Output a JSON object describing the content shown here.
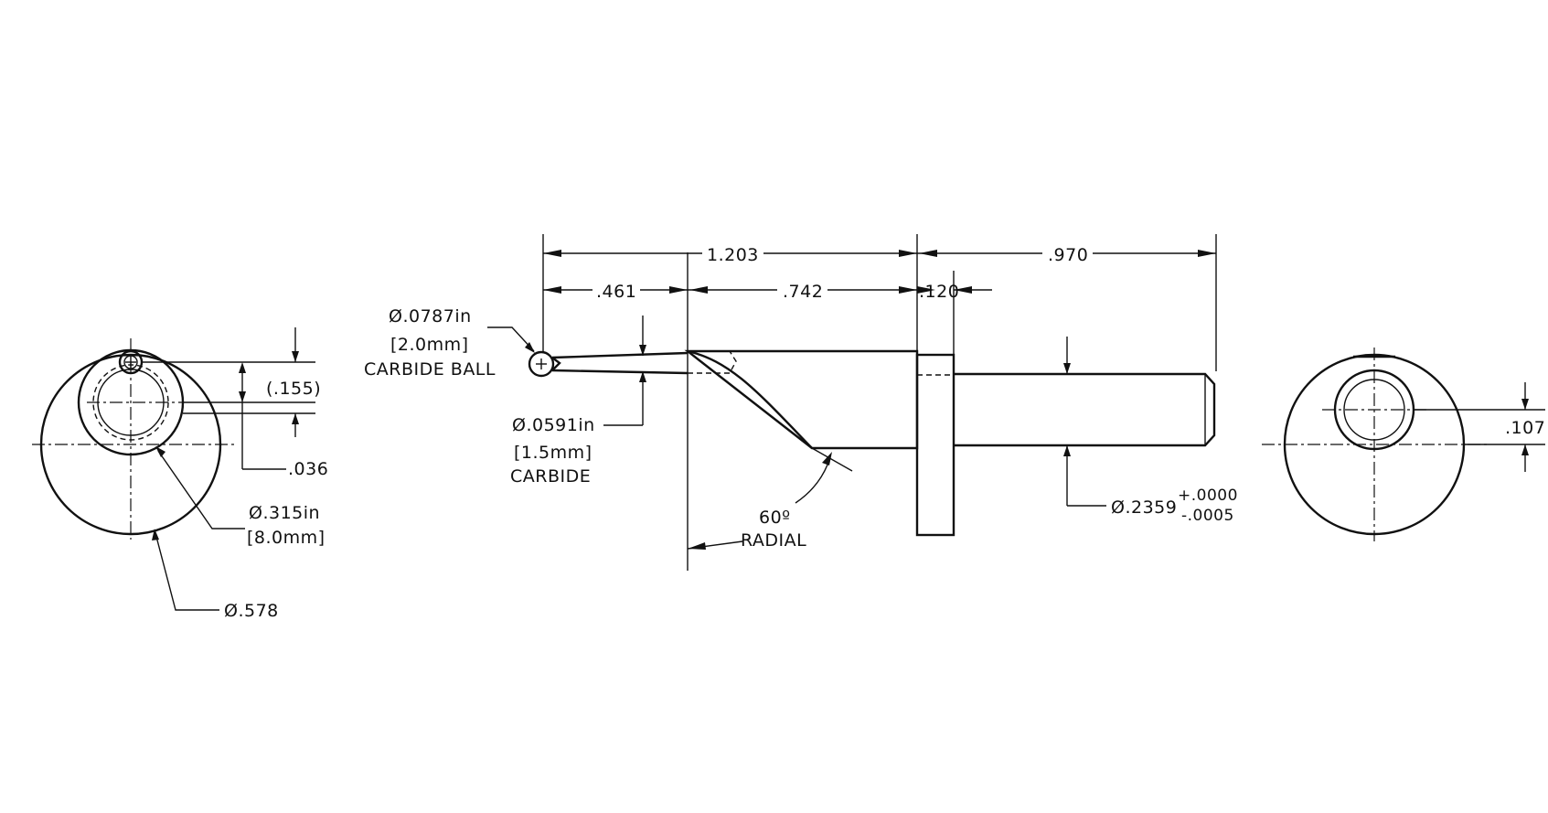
{
  "dimensions": {
    "overall_tip_to_flange": "1.203",
    "shank_length": ".970",
    "stylus_length": ".461",
    "body_length": ".742",
    "flange_thickness": ".120",
    "ball_dia": "Ø.0787in",
    "ball_dia_mm": "[2.0mm]",
    "ball_material": "CARBIDE BALL",
    "stem_dia": "Ø.0591in",
    "stem_dia_mm": "[1.5mm]",
    "stem_material": "CARBIDE",
    "angle": "60º",
    "angle_type": "RADIAL",
    "shank_dia": "Ø.2359",
    "shank_tol_plus": "+.0000",
    "shank_tol_minus": "-.0005",
    "offset_ref": "(.155)",
    "offset_small": ".036",
    "body_dia": "Ø.315in",
    "body_dia_mm": "[8.0mm]",
    "flange_dia": "Ø.578",
    "end_offset": ".107"
  }
}
